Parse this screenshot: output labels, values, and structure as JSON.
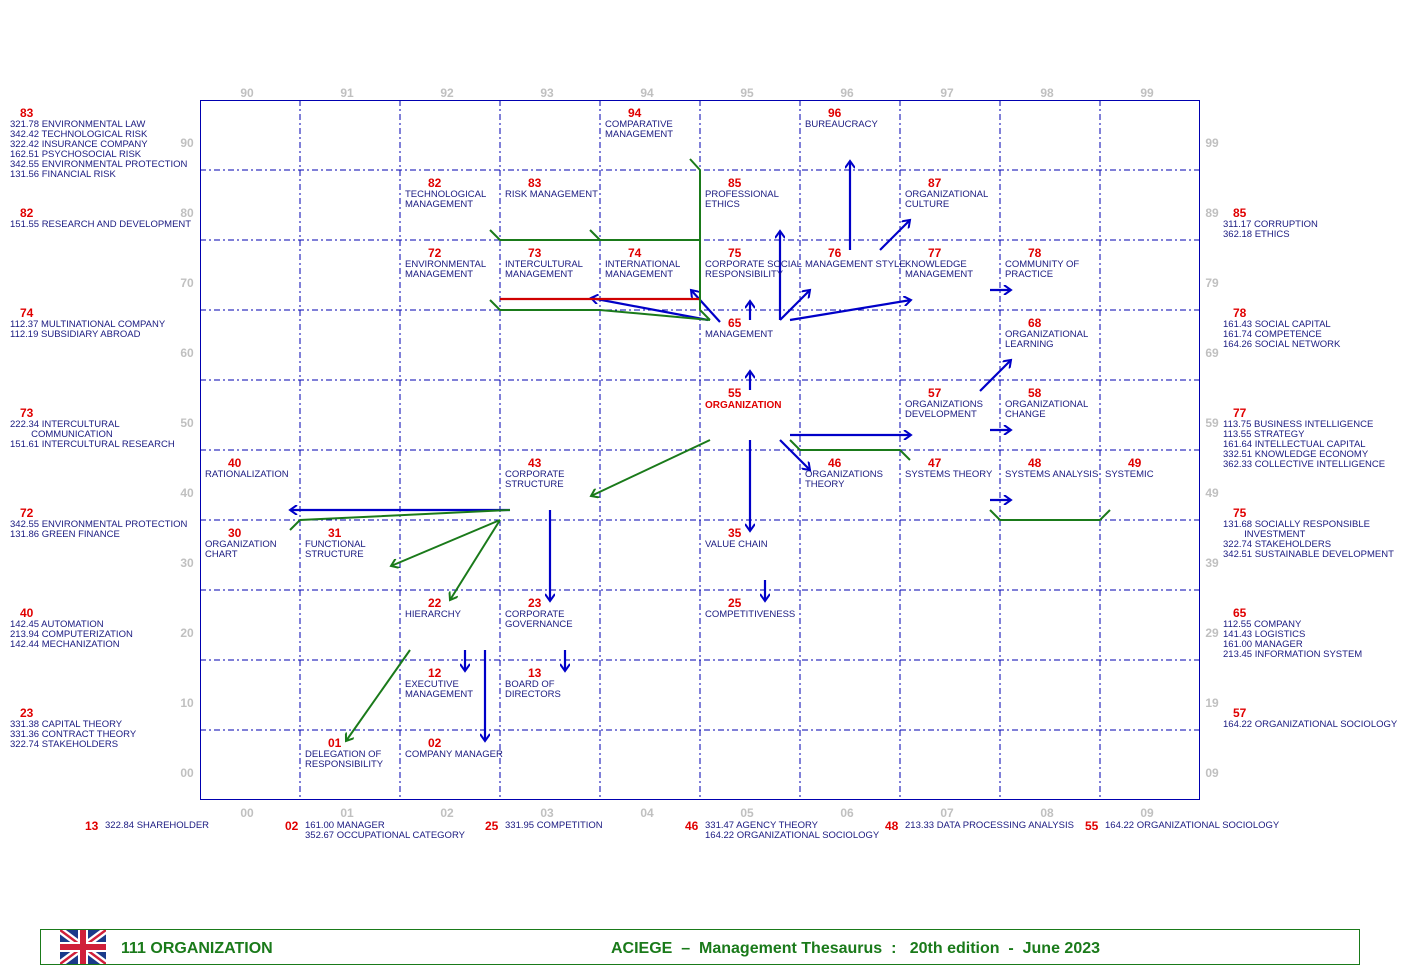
{
  "top_ticks": [
    "90",
    "91",
    "92",
    "93",
    "94",
    "95",
    "96",
    "97",
    "98",
    "99"
  ],
  "bottom_ticks": [
    "00",
    "01",
    "02",
    "03",
    "04",
    "05",
    "06",
    "07",
    "08",
    "09"
  ],
  "left_ticks": [
    "90",
    "80",
    "70",
    "60",
    "50",
    "40",
    "30",
    "20",
    "10",
    "00"
  ],
  "right_ticks": [
    "99",
    "89",
    "79",
    "69",
    "59",
    "49",
    "39",
    "29",
    "19",
    "09"
  ],
  "nodes": [
    {
      "code": "94",
      "label": "COMPARATIVE\nMANAGEMENT"
    },
    {
      "code": "96",
      "label": "BUREAUCRACY"
    },
    {
      "code": "82",
      "label": "TECHNOLOGICAL\nMANAGEMENT"
    },
    {
      "code": "83",
      "label": "RISK MANAGEMENT"
    },
    {
      "code": "85",
      "label": "PROFESSIONAL\nETHICS"
    },
    {
      "code": "87",
      "label": "ORGANIZATIONAL\nCULTURE"
    },
    {
      "code": "72",
      "label": "ENVIRONMENTAL\nMANAGEMENT"
    },
    {
      "code": "73",
      "label": "INTERCULTURAL\nMANAGEMENT"
    },
    {
      "code": "74",
      "label": "INTERNATIONAL\nMANAGEMENT"
    },
    {
      "code": "75",
      "label": "CORPORATE SOCIAL\nRESPONSIBILITY"
    },
    {
      "code": "76",
      "label": "MANAGEMENT STYLE"
    },
    {
      "code": "77",
      "label": "KNOWLEDGE\nMANAGEMENT"
    },
    {
      "code": "78",
      "label": "COMMUNITY OF\nPRACTICE"
    },
    {
      "code": "65",
      "label": "MANAGEMENT"
    },
    {
      "code": "68",
      "label": "ORGANIZATIONAL\nLEARNING"
    },
    {
      "code": "55",
      "label": "ORGANIZATION",
      "main": true
    },
    {
      "code": "57",
      "label": "ORGANIZATIONS\nDEVELOPMENT"
    },
    {
      "code": "58",
      "label": "ORGANIZATIONAL\nCHANGE"
    },
    {
      "code": "40",
      "label": "RATIONALIZATION"
    },
    {
      "code": "43",
      "label": "CORPORATE\nSTRUCTURE"
    },
    {
      "code": "46",
      "label": "ORGANIZATIONS\nTHEORY"
    },
    {
      "code": "47",
      "label": "SYSTEMS THEORY"
    },
    {
      "code": "48",
      "label": "SYSTEMS ANALYSIS"
    },
    {
      "code": "49",
      "label": "SYSTEMIC"
    },
    {
      "code": "30",
      "label": "ORGANIZATION\nCHART"
    },
    {
      "code": "31",
      "label": "FUNCTIONAL\nSTRUCTURE"
    },
    {
      "code": "35",
      "label": "VALUE CHAIN"
    },
    {
      "code": "22",
      "label": "HIERARCHY"
    },
    {
      "code": "23",
      "label": "CORPORATE\nGOVERNANCE"
    },
    {
      "code": "25",
      "label": "COMPETITIVENESS"
    },
    {
      "code": "12",
      "label": "EXECUTIVE\nMANAGEMENT"
    },
    {
      "code": "13",
      "label": "BOARD OF\nDIRECTORS"
    },
    {
      "code": "01",
      "label": "DELEGATION OF\nRESPONSIBILITY"
    },
    {
      "code": "02",
      "label": "COMPANY MANAGER"
    }
  ],
  "left_refs": [
    {
      "code": "83",
      "items": [
        "321.78 ENVIRONMENTAL LAW",
        "342.42 TECHNOLOGICAL RISK",
        "322.42 INSURANCE COMPANY",
        "162.51 PSYCHOSOCIAL RISK",
        "342.55 ENVIRONMENTAL PROTECTION",
        "131.56 FINANCIAL RISK"
      ]
    },
    {
      "code": "82",
      "items": [
        "151.55 RESEARCH AND DEVELOPMENT"
      ]
    },
    {
      "code": "74",
      "items": [
        "112.37 MULTINATIONAL COMPANY",
        "112.19 SUBSIDIARY ABROAD"
      ]
    },
    {
      "code": "73",
      "items": [
        "222.34 INTERCULTURAL\n        COMMUNICATION",
        "151.61 INTERCULTURAL RESEARCH"
      ]
    },
    {
      "code": "72",
      "items": [
        "342.55 ENVIRONMENTAL PROTECTION",
        "131.86 GREEN FINANCE"
      ]
    },
    {
      "code": "40",
      "items": [
        "142.45 AUTOMATION",
        "213.94 COMPUTERIZATION",
        "142.44 MECHANIZATION"
      ]
    },
    {
      "code": "23",
      "items": [
        "331.38 CAPITAL THEORY",
        "331.36 CONTRACT THEORY",
        "322.74 STAKEHOLDERS"
      ]
    }
  ],
  "right_refs": [
    {
      "code": "85",
      "items": [
        "311.17 CORRUPTION",
        "362.18 ETHICS"
      ]
    },
    {
      "code": "78",
      "items": [
        "161.43 SOCIAL CAPITAL",
        "161.74 COMPETENCE",
        "164.26 SOCIAL NETWORK"
      ]
    },
    {
      "code": "77",
      "items": [
        "113.75 BUSINESS INTELLIGENCE",
        "113.55 STRATEGY",
        "161.64 INTELLECTUAL CAPITAL",
        "332.51 KNOWLEDGE ECONOMY",
        "362.33 COLLECTIVE INTELLIGENCE"
      ]
    },
    {
      "code": "75",
      "items": [
        "131.68 SOCIALLY RESPONSIBLE\n        INVESTMENT",
        "322.74 STAKEHOLDERS",
        "342.51 SUSTAINABLE DEVELOPMENT"
      ]
    },
    {
      "code": "65",
      "items": [
        "112.55 COMPANY",
        "141.43 LOGISTICS",
        "161.00 MANAGER",
        "213.45 INFORMATION SYSTEM"
      ]
    },
    {
      "code": "57",
      "items": [
        "164.22 ORGANIZATIONAL SOCIOLOGY"
      ]
    }
  ],
  "bottom_refs": [
    {
      "code": "13",
      "items": [
        "322.84 SHAREHOLDER"
      ]
    },
    {
      "code": "02",
      "items": [
        "161.00 MANAGER",
        "352.67 OCCUPATIONAL CATEGORY"
      ]
    },
    {
      "code": "25",
      "items": [
        "331.95 COMPETITION"
      ]
    },
    {
      "code": "46",
      "items": [
        "331.47 AGENCY THEORY",
        "164.22 ORGANIZATIONAL SOCIOLOGY"
      ]
    },
    {
      "code": "48",
      "items": [
        "213.33 DATA PROCESSING ANALYSIS"
      ]
    },
    {
      "code": "55",
      "items": [
        "164.22 ORGANIZATIONAL SOCIOLOGY"
      ]
    }
  ],
  "footer": {
    "title": "111  ORGANIZATION",
    "edition": "ACIEGE  –  Management Thesaurus  :   20th edition  -  June 2023",
    "flag_icon": "uk-flag-icon"
  },
  "colors": {
    "grid": "#0000b0",
    "code": "#e00000",
    "text": "#1a1a80",
    "green": "#1a7a1a",
    "red": "#d00000"
  }
}
